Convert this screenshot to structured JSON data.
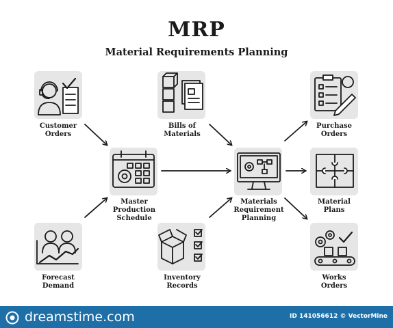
{
  "title": "MRP",
  "subtitle": "Material Requirements Planning",
  "nodes": {
    "customer_orders": {
      "label": [
        "Customer",
        "Orders"
      ],
      "icon": "customer-service-icon"
    },
    "bills_of_materials": {
      "label": [
        "Bills of",
        "Materials"
      ],
      "icon": "boxes-documents-icon"
    },
    "purchase_orders": {
      "label": [
        "Purchase",
        "Orders"
      ],
      "icon": "clipboard-checklist-icon"
    },
    "master_production_schedule": {
      "label": [
        "Master",
        "Production",
        "Schedule"
      ],
      "icon": "calendar-gear-icon"
    },
    "materials_requirement_planning": {
      "label": [
        "Materials",
        "Requirement",
        "Planning"
      ],
      "icon": "monitor-workflow-icon"
    },
    "material_plans": {
      "label": [
        "Material",
        "Plans"
      ],
      "icon": "puzzle-icon"
    },
    "forecast_demand": {
      "label": [
        "Forecast",
        "Demand"
      ],
      "icon": "people-chart-icon"
    },
    "inventory_records": {
      "label": [
        "Inventory",
        "Records"
      ],
      "icon": "open-box-checklist-icon"
    },
    "works_orders": {
      "label": [
        "Works",
        "Orders"
      ],
      "icon": "conveyor-gears-icon"
    }
  },
  "footer": {
    "brand": "dreamstime.com",
    "id_text": "ID 141056612 © VectorMine",
    "color": "#1e6fa8"
  }
}
